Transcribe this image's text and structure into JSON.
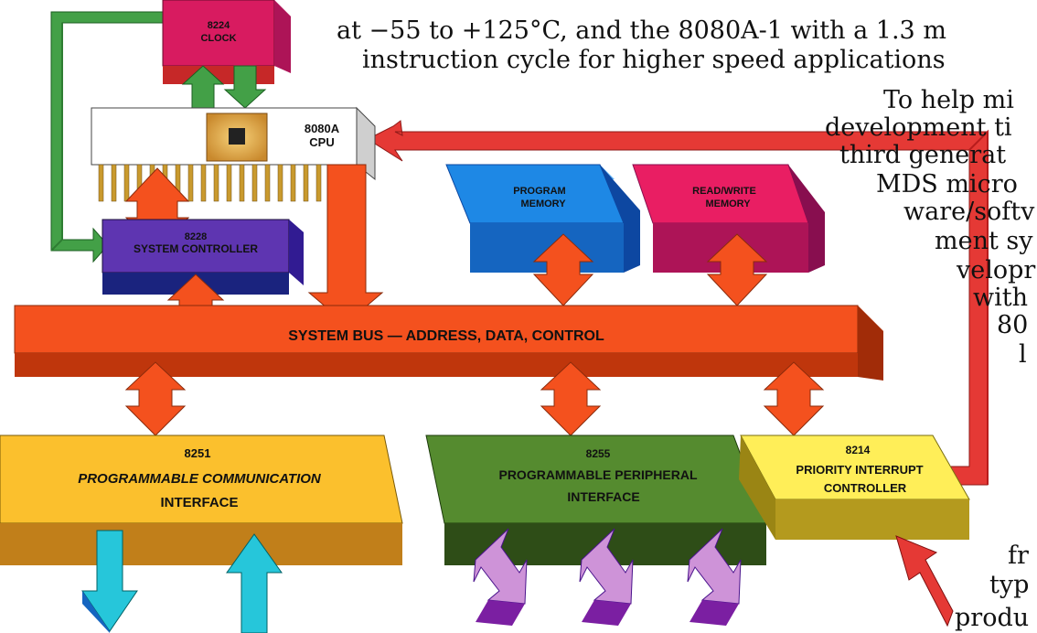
{
  "diagram": {
    "clock": {
      "part": "8224",
      "name": "CLOCK"
    },
    "cpu": {
      "part": "8080A",
      "name": "CPU"
    },
    "system_controller": {
      "part": "8228",
      "name": "SYSTEM CONTROLLER"
    },
    "program_memory": {
      "line1": "PROGRAM",
      "line2": "MEMORY"
    },
    "rw_memory": {
      "line1": "READ/WRITE",
      "line2": "MEMORY"
    },
    "system_bus": {
      "label": "SYSTEM BUS — ADDRESS, DATA, CONTROL"
    },
    "comm_interface": {
      "part": "8251",
      "line1": "PROGRAMMABLE COMMUNICATION",
      "line2": "INTERFACE"
    },
    "peripheral_interface": {
      "part": "8255",
      "line1": "PROGRAMMABLE PERIPHERAL",
      "line2": "INTERFACE"
    },
    "interrupt_controller": {
      "part": "8214",
      "line1": "PRIORITY INTERRUPT",
      "line2": "CONTROLLER"
    }
  },
  "colors": {
    "clock": "#d81b60",
    "cpu_body": "#ffffff",
    "controller": "#5e35b1",
    "program_memory": "#1e88e5",
    "rw_memory": "#e91e63",
    "bus": "#f4511e",
    "comm": "#fbc02d",
    "peripheral": "#558b2f",
    "interrupt": "#ffee58",
    "interrupt_loop": "#e53935",
    "green_loop": "#43a047",
    "io_arrows": "#26c6da",
    "peripheral_arrows": "#ce93d8"
  },
  "prose": [
    "at −55 to +125°C, and the 8080A-1 with a 1.3 m",
    "instruction cycle for higher speed applications",
    "To help mi",
    "development ti",
    "third generat",
    "MDS micro",
    "ware/softv",
    "ment sy",
    "velopr",
    "with",
    "80",
    "l",
    "fr",
    "typ",
    "produ"
  ]
}
